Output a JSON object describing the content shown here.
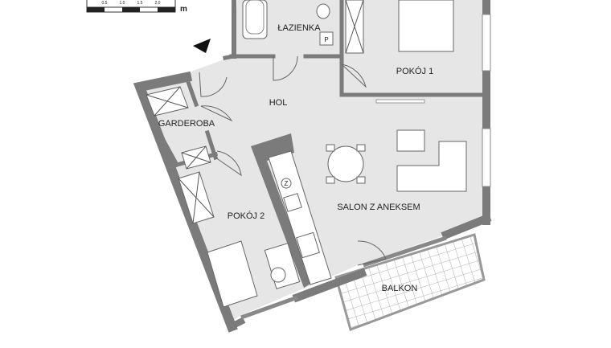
{
  "scale_bar": {
    "ticks": [
      "0.5",
      "1.0",
      "1.5",
      "2.0"
    ],
    "unit": "m"
  },
  "rooms": {
    "bathroom": "ŁAZIENKA",
    "room1": "POKÓJ 1",
    "hall": "HOL",
    "wardrobe": "GARDEROBA",
    "living": "SALON Z ANEKSEM",
    "room2": "POKÓJ 2",
    "balcony": "BALKON"
  },
  "symbols": {
    "parking": "P",
    "fridge": "Z"
  },
  "colors": {
    "wall": "#7b7b7b",
    "floor": "#e6e6e6",
    "balcony": "#ffffff"
  }
}
